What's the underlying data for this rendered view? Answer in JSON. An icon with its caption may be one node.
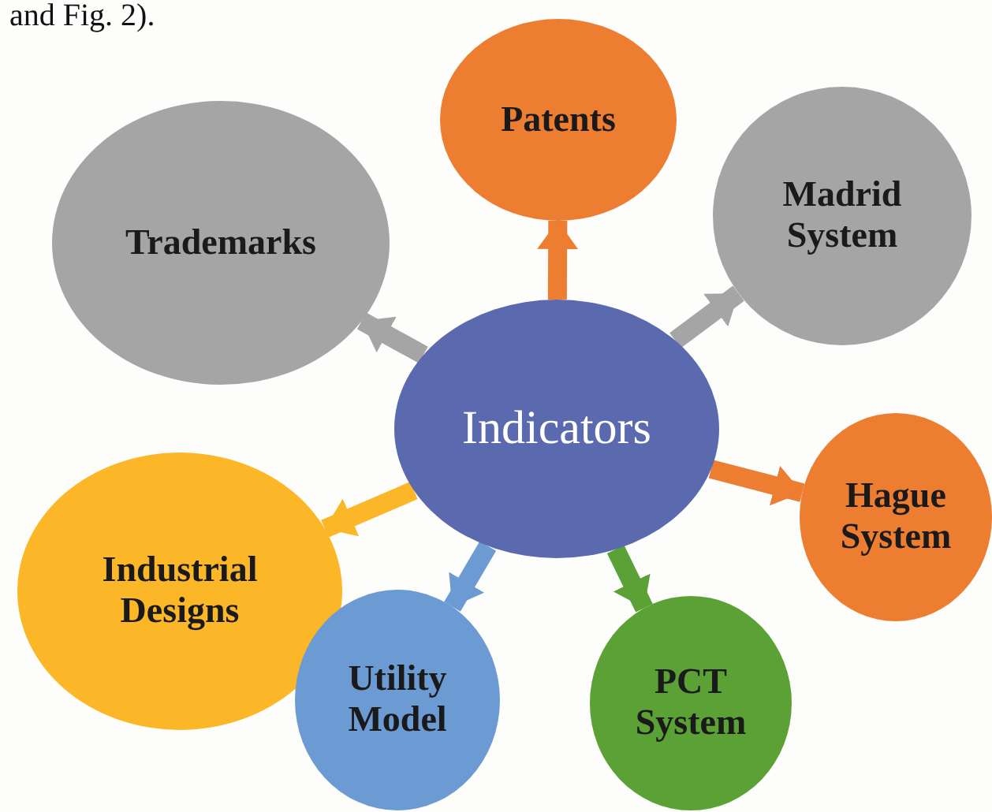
{
  "diagram": {
    "nodes": [
      {
        "text": [
          "Indicators"
        ]
      },
      {
        "text": [
          "Patents"
        ]
      },
      {
        "text": [
          "Madrid System"
        ]
      },
      {
        "text": [
          "Trademarks"
        ]
      },
      {
        "text": [
          "Hague System"
        ]
      },
      {
        "text": [
          "Industrial Designs"
        ]
      },
      {
        "text": [
          "Utility Model"
        ]
      },
      {
        "text": [
          "PCT System"
        ]
      }
    ],
    "edges": [
      {
        "from": 0,
        "to": 1,
        "arrow": "to",
        "color": "#ed7d31"
      },
      {
        "from": 0,
        "to": 2,
        "arrow": "to",
        "color": "#a5a5a5"
      },
      {
        "from": 0,
        "to": 3,
        "arrow": "to",
        "color": "#a5a5a5"
      },
      {
        "from": 0,
        "to": 4,
        "arrow": "to",
        "color": "#ed7d31"
      },
      {
        "from": 0,
        "to": 5,
        "arrow": "to",
        "color": "#fbb727"
      },
      {
        "from": 0,
        "to": 6,
        "arrow": "to",
        "color": "#6b9bd2"
      },
      {
        "from": 0,
        "to": 7,
        "arrow": "to",
        "color": "#5ba136"
      }
    ],
    "labels": [
      "and Fig. 2)."
    ]
  }
}
